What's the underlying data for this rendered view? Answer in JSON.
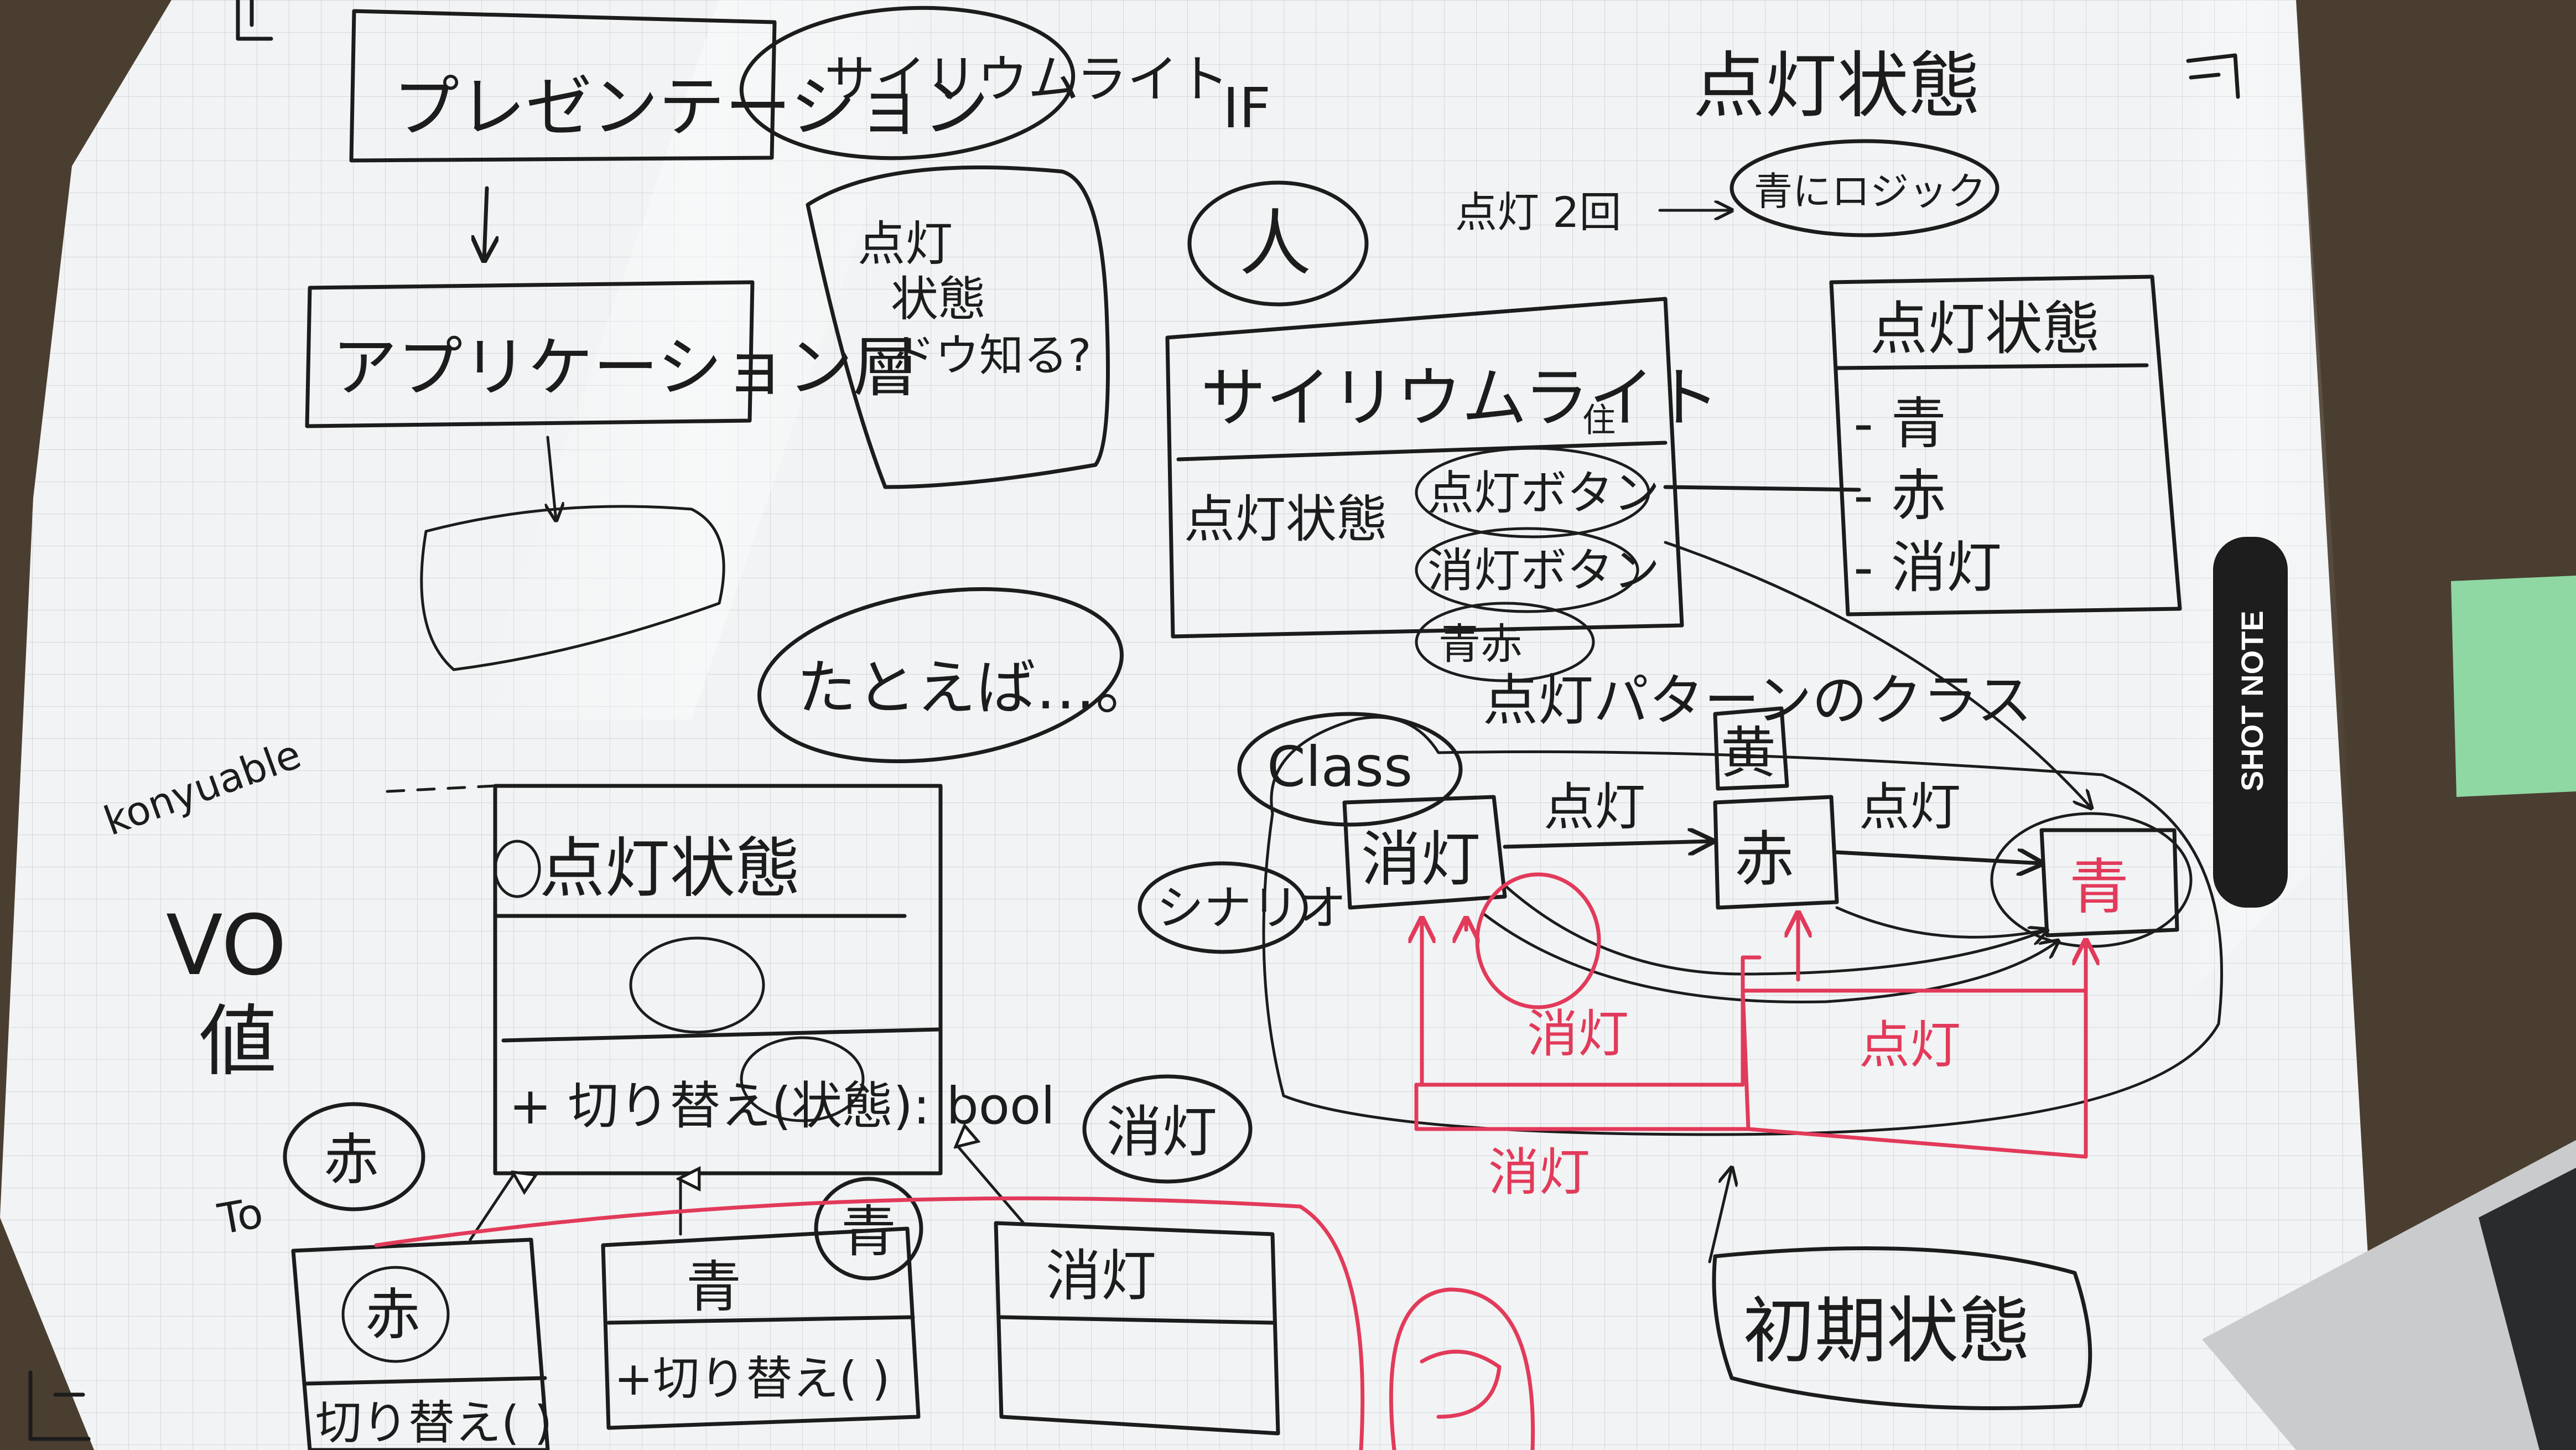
{
  "top": {
    "presentation": "プレゼンテーション",
    "application_layer": "アプリケーション層",
    "sairium_light": "サイリウムライト",
    "lit_state_question": [
      "点灯",
      "状態",
      "ドウ知る?"
    ],
    "tatoeba": "たとえば…。"
  },
  "left": {
    "konyuable": "konyuable",
    "vo": "VO",
    "value": "値",
    "to": "To",
    "aka_circle": "赤",
    "state_class": {
      "title": "点灯状態",
      "method": "+ 切り替え(状態): bool"
    },
    "subclasses": [
      {
        "name": "赤",
        "method": "切り替え( )"
      },
      {
        "name": "青",
        "method": "+切り替え( )"
      },
      {
        "name": "消灯",
        "method": ""
      }
    ],
    "ao_circle": "青",
    "shoto_circle": "消灯"
  },
  "right": {
    "if_label": "IF",
    "person": "人",
    "title_state": "点灯状態",
    "lit_twice": "点灯 2回",
    "blue_logic": "青にロジック",
    "sairium_class": {
      "title": "サイリウムライト",
      "role": "住",
      "attribute": "点灯状態",
      "buttons": [
        "点灯ボタン",
        "消灯ボタン",
        "青赤"
      ]
    },
    "state_list": {
      "title": "点灯状態",
      "items": [
        "- 青",
        "- 赤",
        "- 消灯"
      ]
    },
    "pattern_label": "点灯パターンのクラス",
    "class_label": "Class",
    "scenario": "シナリオ",
    "states": {
      "off": "消灯",
      "red": "赤",
      "blue": "青",
      "yellow": "黄"
    },
    "arrows": {
      "lit_1": "点灯",
      "lit_2": "点灯",
      "red_off": "消灯",
      "red_lit": "点灯",
      "red_off_2": "消灯"
    },
    "initial_state": "初期状態"
  },
  "device": {
    "brand": "SHOT NOTE"
  }
}
